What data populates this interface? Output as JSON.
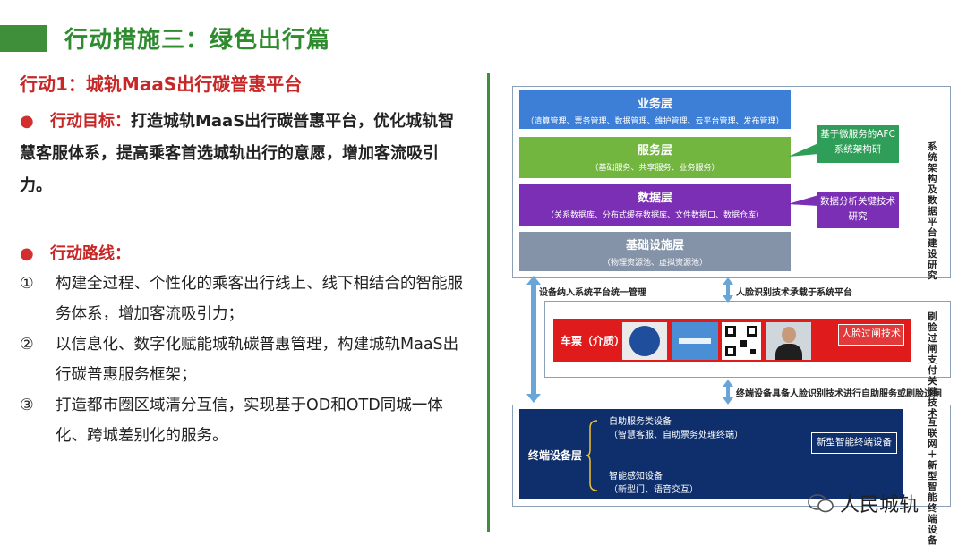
{
  "header": {
    "title": "行动措施三：绿色出行篇"
  },
  "action": {
    "title": "行动1：城轨MaaS出行碳普惠平台"
  },
  "goal": {
    "label": "行动目标：",
    "text": "打造城轨MaaS出行碳普惠平台，优化城轨智慧客服体系，提高乘客首选城轨出行的意愿，增加客流吸引力。"
  },
  "route": {
    "label": "行动路线：",
    "items": [
      {
        "num": "①",
        "text": "构建全过程、个性化的乘客出行线上、线下相结合的智能服务体系，增加客流吸引力；"
      },
      {
        "num": "②",
        "text": "以信息化、数字化赋能城轨碳普惠管理，构建城轨MaaS出行碳普惠服务框架；"
      },
      {
        "num": "③",
        "text": "打造都市圈区域清分互信，实现基于OD和OTD同城一体化、跨城差别化的服务。"
      }
    ]
  },
  "diagram": {
    "layers": [
      {
        "title": "业务层",
        "sub": "（清算管理、票务管理、数据管理、维护管理、云平台管理、发布管理）",
        "color": "#3d7fd6"
      },
      {
        "title": "服务层",
        "sub": "（基础服务、共享服务、业务服务）",
        "color": "#72b640"
      },
      {
        "title": "数据层",
        "sub": "（关系数据库、分布式缓存数据库、文件数据口、数据仓库）",
        "color": "#7b2fb5"
      },
      {
        "title": "基础设施层",
        "sub": "（物理资源池、虚拟资源池）",
        "color": "#8493a8"
      }
    ],
    "callout_service": "基于微服务的AFC系统架构研",
    "callout_data": "数据分析关键技术研究",
    "side_top": "系统架构及数据平台建设研究",
    "label_left_mid": "设备纳入系统平台统一管理",
    "label_right_mid": "人脸识别技术承载于系统平台",
    "ticket_label": "车票（介质）",
    "face_gate": "人脸过闸技术",
    "side_mid": "刷脸过闸支付关键技术",
    "label_bottom": "终端设备具备人脸识别技术进行自助服务或刷脸过闸",
    "terminal_layer": "终端设备层",
    "self_service": "自助服务类设备",
    "self_service_sub": "（智慧客服、自助票务处理终端）",
    "smart_sense": "智能感知设备",
    "smart_sense_sub": "（新型门、语音交互）",
    "new_terminal": "新型智能终端设备",
    "side_bottom": "互联网＋新型智能终端设备",
    "watermark": "人民城轨",
    "colors": {
      "accent_green": "#3f8f3a",
      "title_red": "#c62828",
      "ticket_red": "#e01b1b",
      "terminal_navy": "#0e2f6b",
      "callout_green": "#2f9e58"
    }
  }
}
